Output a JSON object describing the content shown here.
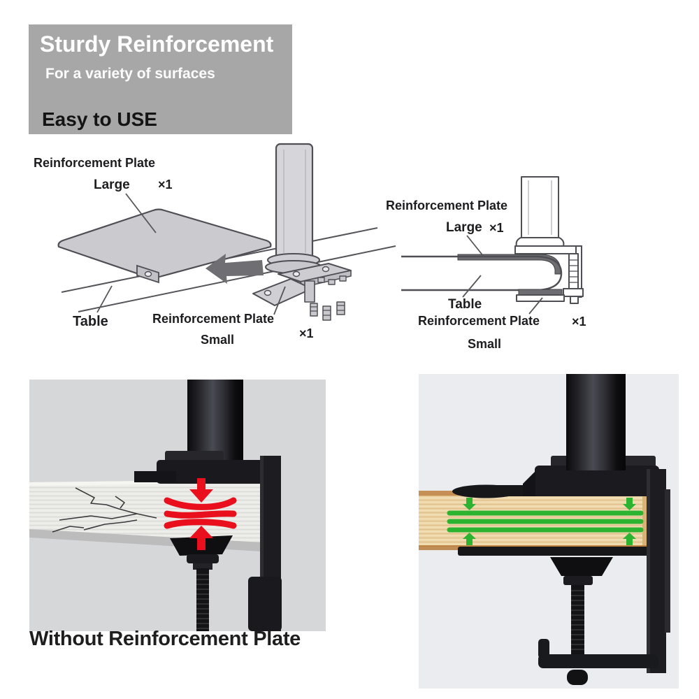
{
  "header_box": {
    "title": "Sturdy Reinforcement",
    "subtitle": "For a variety of surfaces",
    "tagline": "Easy to USE",
    "bg_color": "#a7a7a7"
  },
  "install_diagram": {
    "left": {
      "plate_label": "Reinforcement Plate",
      "large_label": "Large",
      "large_qty": "×1",
      "table_label": "Table",
      "small_plate_label": "Reinforcement Plate",
      "small_label": "Small",
      "small_qty": "×1"
    },
    "right": {
      "plate_label": "Reinforcement Plate",
      "large_label": "Large",
      "large_qty": "×1",
      "table_label": "Table",
      "small_plate_label": "Reinforcement Plate",
      "small_qty": "×1",
      "small_label": "Small"
    }
  },
  "comparison": {
    "without_caption": "Without Reinforcement Plate",
    "colors": {
      "left_photo_bg": "#d6d7d9",
      "right_photo_bg": "#eaecf0",
      "stress_red": "#e90f1c",
      "stress_green": "#2cb430"
    }
  }
}
